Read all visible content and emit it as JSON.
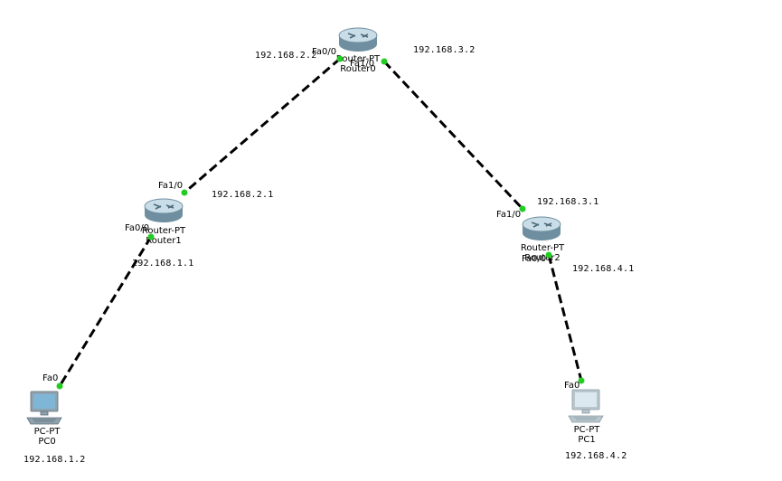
{
  "colors": {
    "link": "#000000",
    "port_dot": "#22cc22",
    "router_top": "#c8dde7",
    "router_side": "#6f8fa0",
    "pc_screen": "#7fb6d6",
    "pc_frame": "#8fa2ad",
    "pc1_frame": "#b9c6cd"
  },
  "devices": {
    "router0": {
      "type_label": "Router-PT",
      "name": "Router0"
    },
    "router1": {
      "type_label": "Router-PT",
      "name": "Router1"
    },
    "router2": {
      "type_label": "Router-PT",
      "name": "Router2"
    },
    "pc0": {
      "type_label": "PC-PT",
      "name": "PC0"
    },
    "pc1": {
      "type_label": "PC-PT",
      "name": "PC1"
    }
  },
  "ports": {
    "router0_fa0_0": "Fa0/0",
    "router0_fa1_0": "Fa1/0",
    "router1_fa1_0": "Fa1/0",
    "router1_fa0_0": "Fa0/0",
    "router2_fa1_0": "Fa1/0",
    "router2_fa0_0": "Fa0/0",
    "pc0_fa0": "Fa0",
    "pc1_fa0": "Fa0"
  },
  "addresses": {
    "router0_fa0_0": "192.168.2.2",
    "router0_fa1_0": "192.168.3.2",
    "router1_fa1_0": "192.168.2.1",
    "router1_fa0_0": "192.168.1.1",
    "router2_fa1_0": "192.168.3.1",
    "router2_fa0_0": "192.168.4.1",
    "pc0": "192.168.1.2",
    "pc1": "192.168.4.2"
  }
}
